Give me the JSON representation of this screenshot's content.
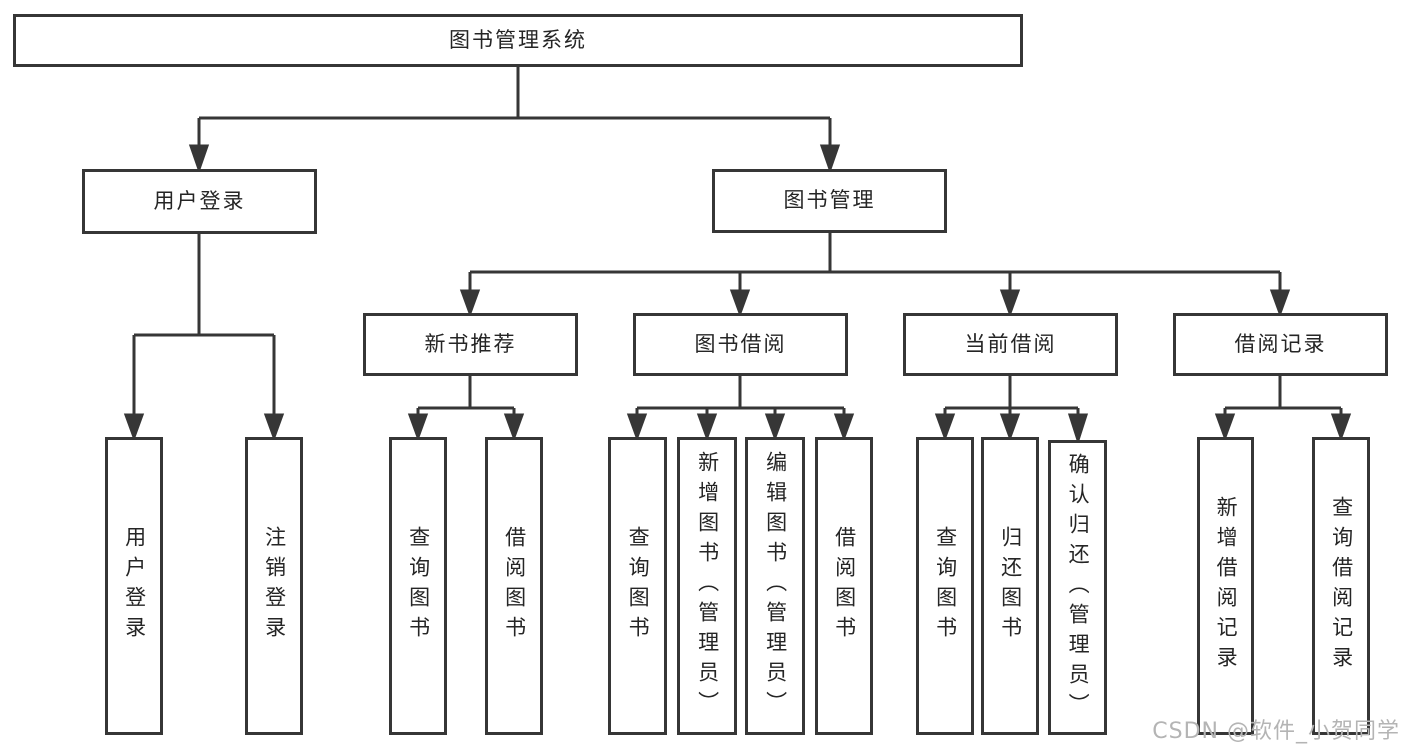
{
  "diagram": {
    "title": "图书管理系统",
    "children": [
      {
        "label": "用户登录",
        "children": [
          {
            "label": "用户登录"
          },
          {
            "label": "注销登录"
          }
        ]
      },
      {
        "label": "图书管理",
        "children": [
          {
            "label": "新书推荐",
            "children": [
              {
                "label": "查询图书"
              },
              {
                "label": "借阅图书"
              }
            ]
          },
          {
            "label": "图书借阅",
            "children": [
              {
                "label": "查询图书"
              },
              {
                "label": "新增图书（管理员）"
              },
              {
                "label": "编辑图书（管理员）"
              },
              {
                "label": "借阅图书"
              }
            ]
          },
          {
            "label": "当前借阅",
            "children": [
              {
                "label": "查询图书"
              },
              {
                "label": "归还图书"
              },
              {
                "label": "确认归还（管理员）"
              }
            ]
          },
          {
            "label": "借阅记录",
            "children": [
              {
                "label": "新增借阅记录"
              },
              {
                "label": "查询借阅记录"
              }
            ]
          }
        ]
      }
    ]
  },
  "watermark": {
    "text": "CSDN @软件_小贺同学"
  },
  "colors": {
    "line": "#363636",
    "box_border": "#363636",
    "text": "#252525",
    "watermark": "#b4b4b4",
    "background": "#ffffff"
  }
}
